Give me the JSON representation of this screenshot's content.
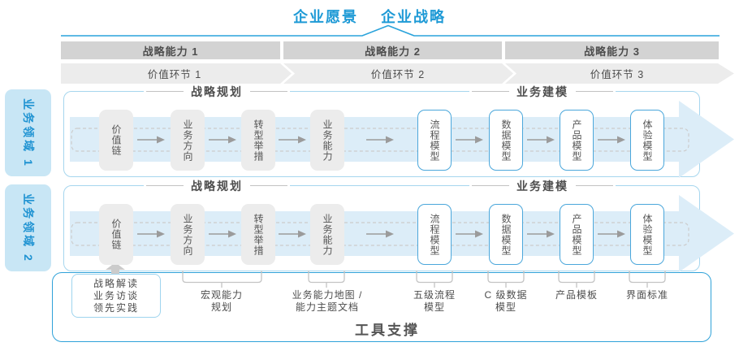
{
  "header": {
    "vision": "企业愿景",
    "strategy": "企业战略"
  },
  "capabilities": [
    {
      "label": "战略能力 1"
    },
    {
      "label": "战略能力 2"
    },
    {
      "label": "战略能力 3"
    }
  ],
  "value_links": [
    {
      "label": "价值环节 1"
    },
    {
      "label": "价值环节 2"
    },
    {
      "label": "价值环节 3"
    }
  ],
  "domains": [
    {
      "label": "业务领域 1"
    },
    {
      "label": "业务领域 2"
    }
  ],
  "rows": [
    {
      "planning_header": "战略规划",
      "modeling_header": "业务建模",
      "boxes": [
        {
          "label": "价值链"
        },
        {
          "label": "业务方向"
        },
        {
          "label": "转型举措"
        },
        {
          "label": "业务能力"
        },
        {
          "label": "流程模型"
        },
        {
          "label": "数据模型"
        },
        {
          "label": "产品模型"
        },
        {
          "label": "体验模型"
        }
      ]
    },
    {
      "planning_header": "战略规划",
      "modeling_header": "业务建模",
      "boxes": [
        {
          "label": "价值链"
        },
        {
          "label": "业务方向"
        },
        {
          "label": "转型举措"
        },
        {
          "label": "业务能力"
        },
        {
          "label": "流程模型"
        },
        {
          "label": "数据模型"
        },
        {
          "label": "产品模型"
        },
        {
          "label": "体验模型"
        }
      ]
    }
  ],
  "annotations": {
    "practice_box": {
      "line1": "战略解读",
      "line2": "业务访谈",
      "line3": "领先实践"
    },
    "labels": [
      {
        "line1": "宏观能力",
        "line2": "规划"
      },
      {
        "line1": "业务能力地图 /",
        "line2": "能力主题文档"
      },
      {
        "line1": "五级流程",
        "line2": "模型"
      },
      {
        "line1": "C 级数据",
        "line2": "模型"
      },
      {
        "line1": "产品模板",
        "line2": ""
      },
      {
        "line1": "界面标准",
        "line2": ""
      }
    ]
  },
  "footer": {
    "tool_support": "工具支撑"
  },
  "colors": {
    "accent_blue": "#1E9AD6",
    "line_blue": "#2AA3DB",
    "band_blue": "#DCEDF8",
    "container_border": "#A6D6EE",
    "tool_border": "#2FA2D9",
    "bar_gray": "#D3D3D3",
    "chevron_gray": "#ECECEC",
    "box_gray": "#ECECEC",
    "box_blue_border": "#4BA7DB",
    "text_dark": "#4D4D4D",
    "domain_fill": "#C8E6F5",
    "domain_text": "#1F93D2"
  }
}
